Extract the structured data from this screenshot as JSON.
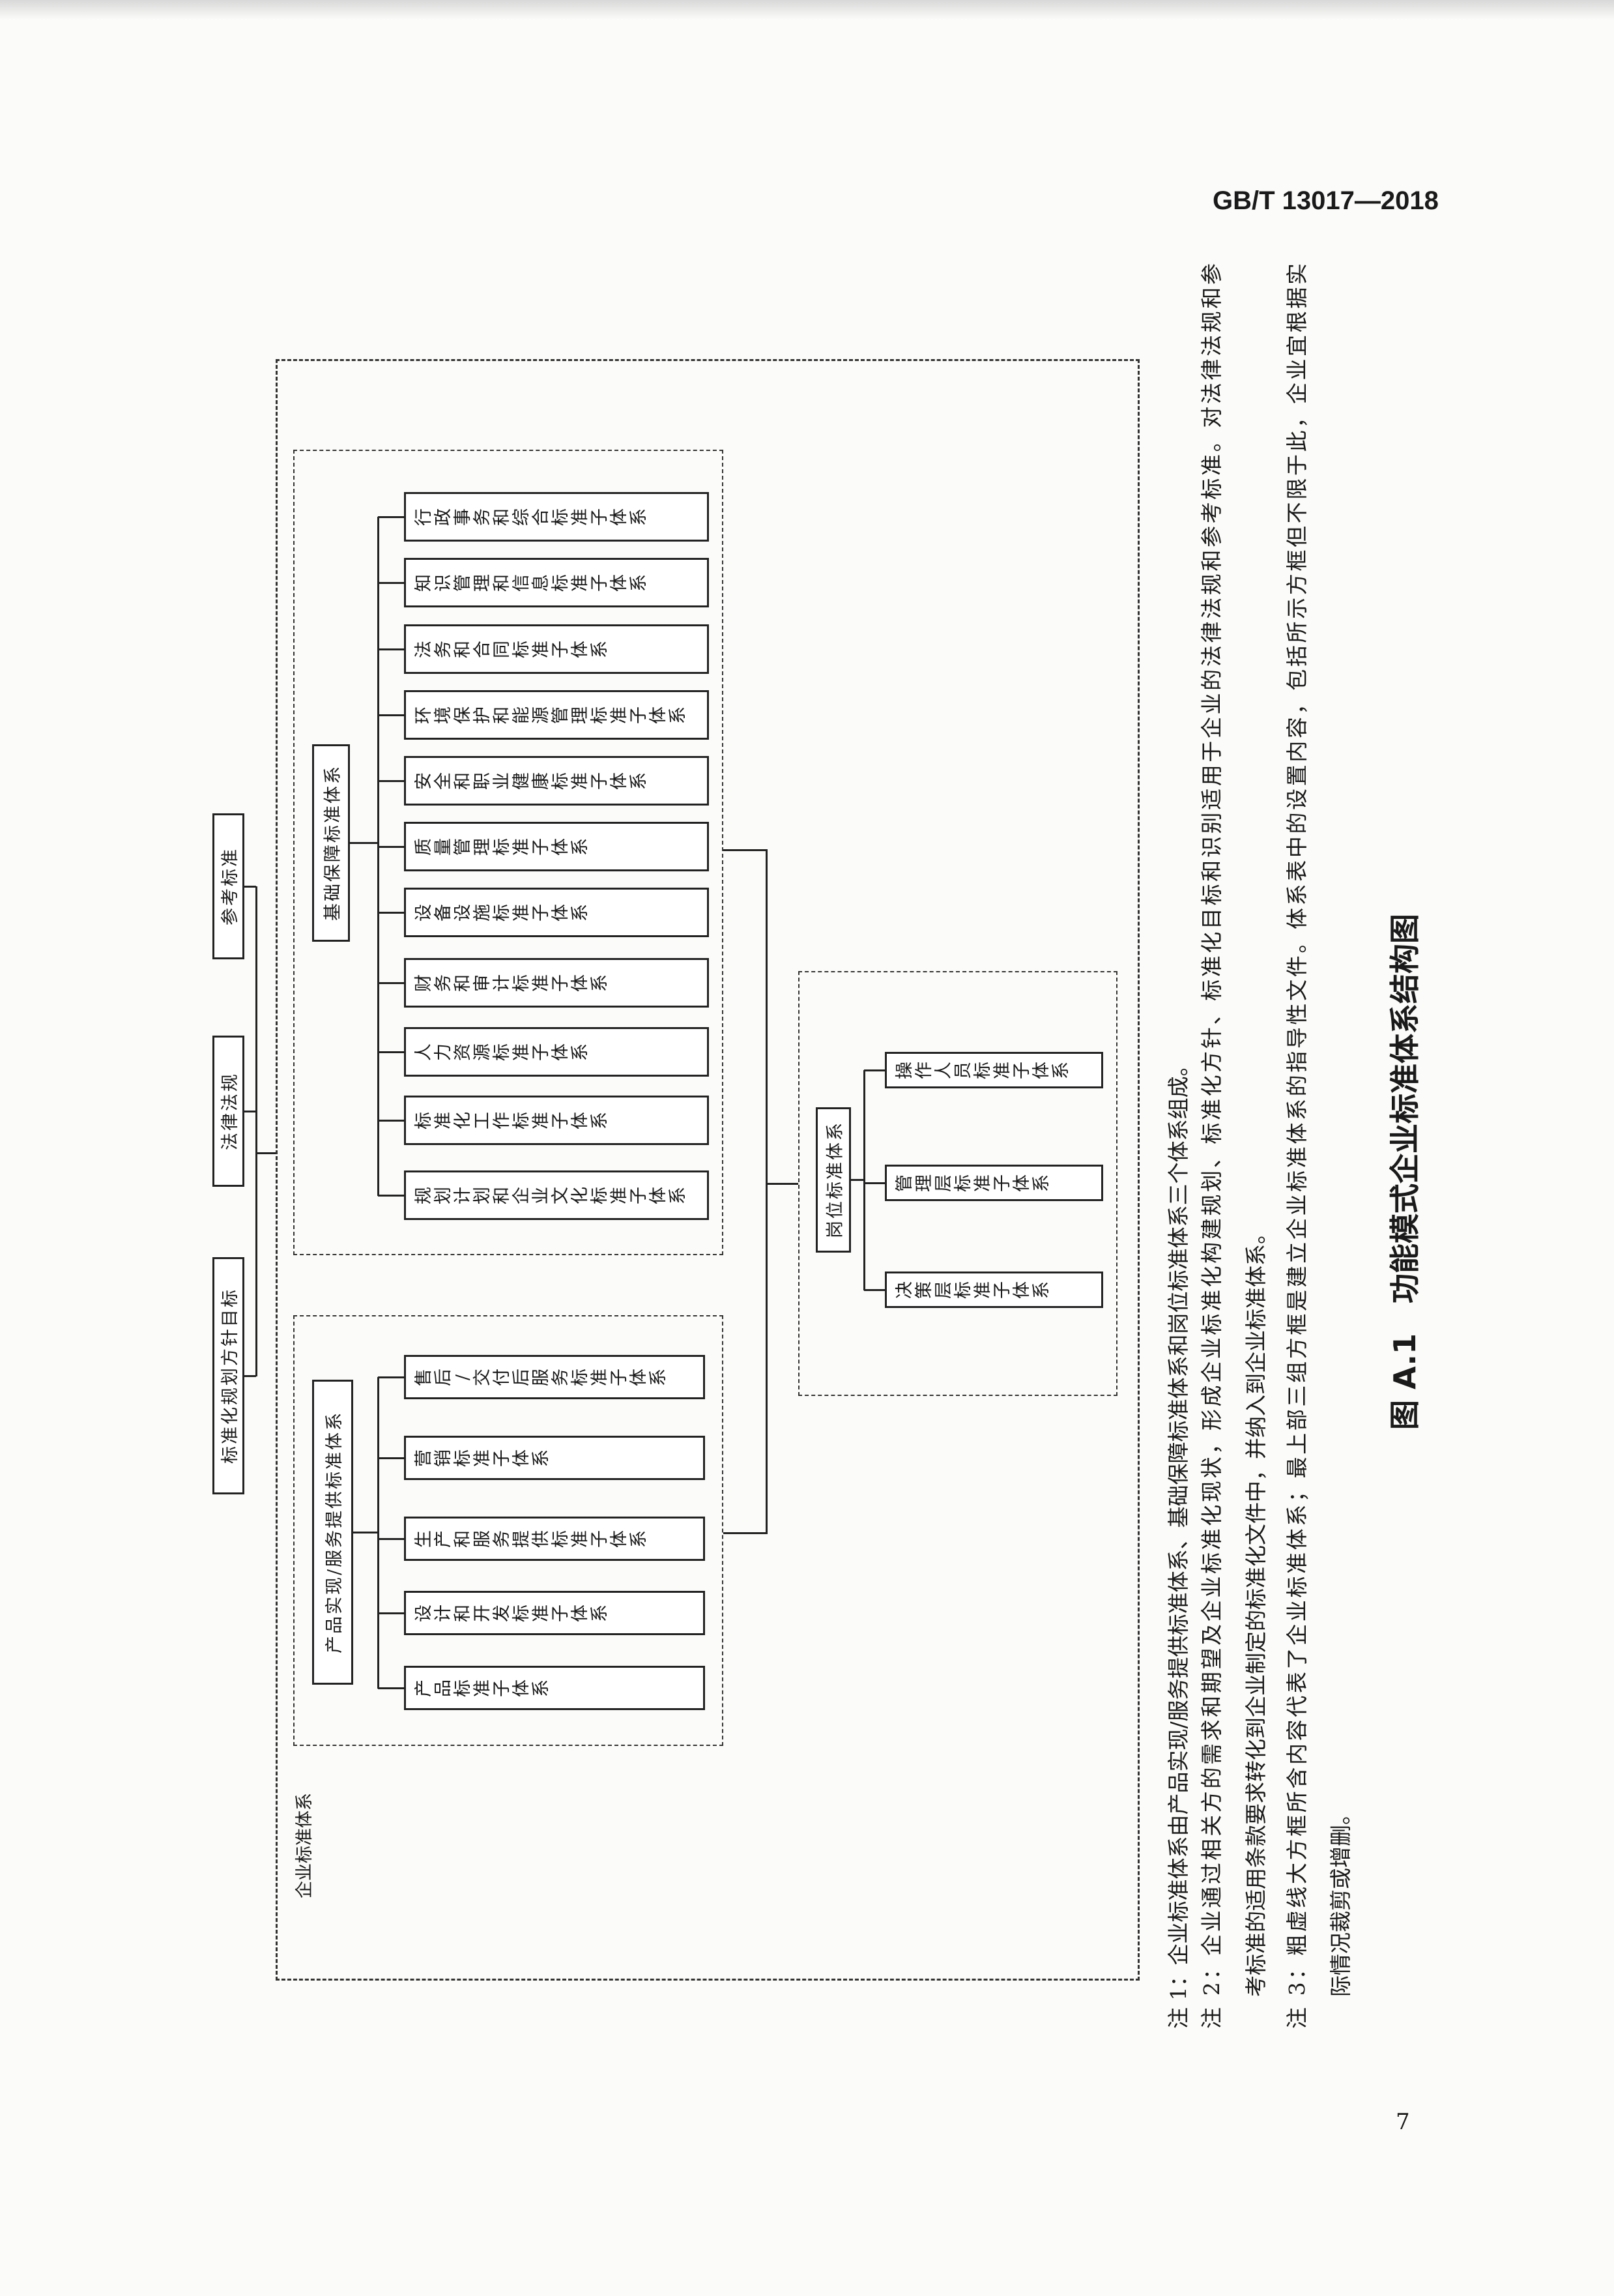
{
  "header": {
    "standard_number": "GB/T 13017—2018"
  },
  "page_number": "7",
  "figure": {
    "caption": "图 A.1　功能模式企业标准体系结构图",
    "guidance_docs": [
      "参考标准",
      "法律法规",
      "标准化规划方针目标"
    ],
    "enterprise_system_label": "企业标准体系",
    "basic": {
      "title": "基础保障标准体系",
      "items": [
        "行政事务和综合标准子体系",
        "知识管理和信息标准子体系",
        "法务和合同标准子体系",
        "环境保护和能源管理标准子体系",
        "安全和职业健康标准子体系",
        "质量管理标准子体系",
        "设备设施标准子体系",
        "财务和审计标准子体系",
        "人力资源标准子体系",
        "标准化工作标准子体系",
        "规划计划和企业文化标准子体系"
      ]
    },
    "product": {
      "title": "产品实现/服务提供标准体系",
      "items": [
        "售后/交付后服务标准子体系",
        "营销标准子体系",
        "生产和服务提供标准子体系",
        "设计和开发标准子体系",
        "产品标准子体系"
      ]
    },
    "post": {
      "title": "岗位标准体系",
      "items": [
        "操作人员标准子体系",
        "管理层标准子体系",
        "决策层标准子体系"
      ]
    }
  },
  "notes": [
    [
      "注 1：企业标准体系由产品实现/服务提供标准体系、基础保障标准体系和岗位标准体系三个体系组成。"
    ],
    [
      "注 2：企业通过相关方的需求和期望及企业标准化现状，形成企业标准化构建规划、标准化方针、标准化目标和识别适用于企业的法律法规和参考标准。对法律法规和参",
      "考标准的适用条款要求转化到企业制定的标准化文件中，并纳入到企业标准体系。"
    ],
    [
      "注 3：粗虚线大方框所含内容代表了企业标准体系；最上部三组方框是建立企业标准体系的指导性文件。体系表中的设置内容，包括所示方框但不限于此，企业宜根据实",
      "际情况裁剪或增删。"
    ]
  ]
}
